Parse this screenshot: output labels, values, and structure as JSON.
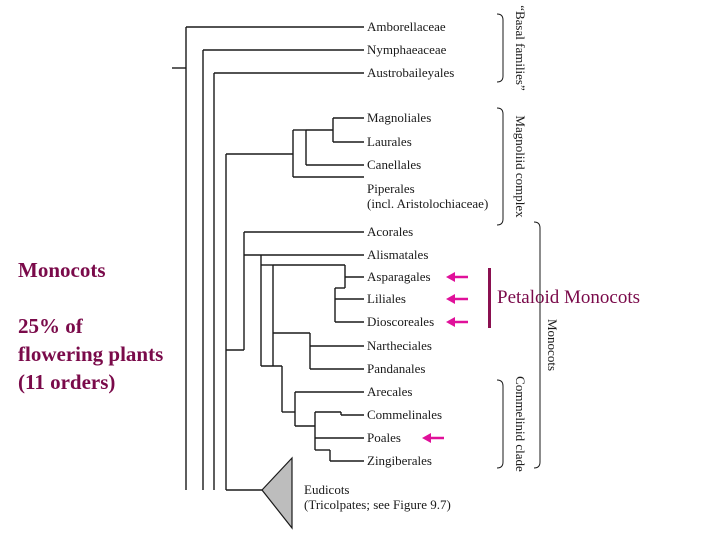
{
  "side_text": {
    "monocots_title": "Monocots",
    "stats_line1": "25% of",
    "stats_line2": "flowering plants",
    "stats_line3": "(11 orders)"
  },
  "petaloid_label": "Petaloid Monocots",
  "taxa": [
    {
      "key": "amborellaceae",
      "lines": [
        "Amborellaceae"
      ]
    },
    {
      "key": "nymphaeaceae",
      "lines": [
        "Nymphaeaceae"
      ]
    },
    {
      "key": "austrobaileyales",
      "lines": [
        "Austrobaileyales"
      ]
    },
    {
      "key": "magnoliales",
      "lines": [
        "Magnoliales"
      ]
    },
    {
      "key": "laurales",
      "lines": [
        "Laurales"
      ]
    },
    {
      "key": "canellales",
      "lines": [
        "Canellales"
      ]
    },
    {
      "key": "piperales",
      "lines": [
        "Piperales",
        "(incl. Aristolochiaceae)"
      ]
    },
    {
      "key": "acorales",
      "lines": [
        "Acorales"
      ]
    },
    {
      "key": "alismatales",
      "lines": [
        "Alismatales"
      ]
    },
    {
      "key": "asparagales",
      "lines": [
        "Asparagales"
      ]
    },
    {
      "key": "liliales",
      "lines": [
        "Liliales"
      ]
    },
    {
      "key": "dioscoreales",
      "lines": [
        "Dioscoreales"
      ]
    },
    {
      "key": "nartheciales",
      "lines": [
        "Nartheciales"
      ]
    },
    {
      "key": "pandanales",
      "lines": [
        "Pandanales"
      ]
    },
    {
      "key": "arecales",
      "lines": [
        "Arecales"
      ]
    },
    {
      "key": "commelinales",
      "lines": [
        "Commelinales"
      ]
    },
    {
      "key": "poales",
      "lines": [
        "Poales"
      ]
    },
    {
      "key": "zingiberales",
      "lines": [
        "Zingiberales"
      ]
    },
    {
      "key": "eudicots",
      "lines": [
        "Eudicots",
        "(Tricolpates; see Figure 9.7)"
      ]
    }
  ],
  "brackets": [
    {
      "key": "basal",
      "label": "“Basal families”"
    },
    {
      "key": "magnoliid",
      "label": "Magnoliid complex"
    },
    {
      "key": "monocots",
      "label": "Monocots"
    },
    {
      "key": "commelinid",
      "label": "Commelinid clade"
    }
  ],
  "highlighted_taxa": [
    "asparagales",
    "liliales",
    "dioscoreales",
    "poales"
  ],
  "colors": {
    "accent_text": "#7a0a4a",
    "arrow": "#e0109a",
    "petaloid_bar": "#8a1050",
    "tree_line": "#1a1a1a",
    "eudicot_triangle": "#bdbdbd"
  }
}
